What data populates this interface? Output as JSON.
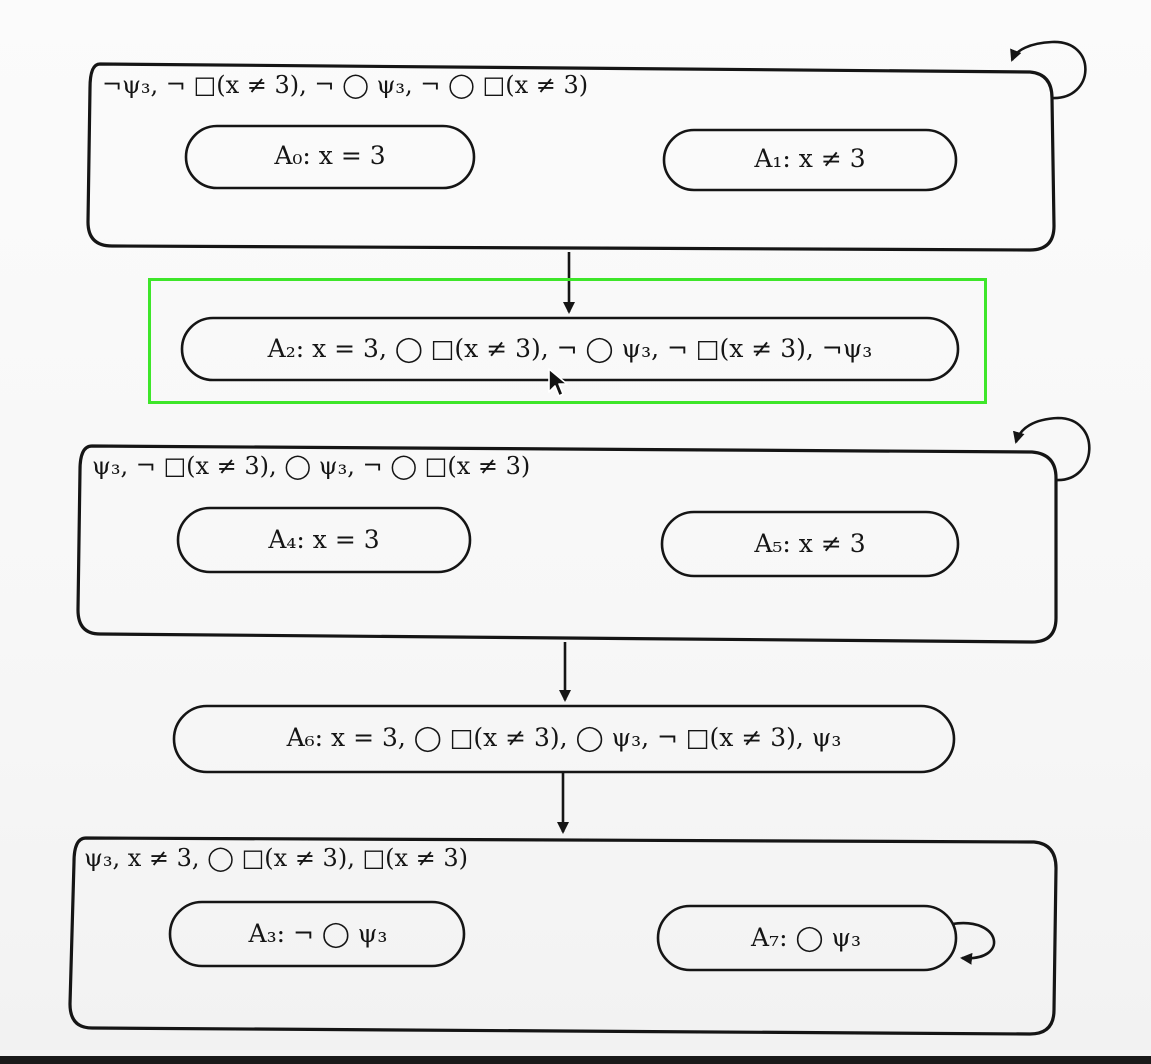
{
  "groups": [
    {
      "id": "top",
      "label": "¬ψ₃, ¬ □(x ≠ 3), ¬ ◯ ψ₃, ¬ ◯ □(x ≠ 3)"
    },
    {
      "id": "middle",
      "label": "ψ₃, ¬ □(x ≠ 3), ◯ ψ₃, ¬ ◯ □(x ≠ 3)"
    },
    {
      "id": "bottom",
      "label": "ψ₃, x ≠ 3, ◯ □(x ≠ 3), □(x ≠ 3)"
    }
  ],
  "states": {
    "A0": "A₀: x = 3",
    "A1": "A₁: x ≠ 3",
    "A2": "A₂: x = 3, ◯ □(x ≠ 3), ¬ ◯ ψ₃, ¬ □(x ≠ 3), ¬ψ₃",
    "A4": "A₄: x = 3",
    "A5": "A₅: x ≠ 3",
    "A6": "A₆: x = 3, ◯ □(x ≠ 3), ◯ ψ₃, ¬ □(x ≠ 3), ψ₃",
    "A3": "A₃: ¬ ◯ ψ₃",
    "A7": "A₇: ◯ ψ₃"
  },
  "colors": {
    "highlight": "#3ee62a",
    "ink": "#151515",
    "paper": "#f8f8f8"
  },
  "icons": {
    "cursor": "mouse-pointer-icon"
  }
}
